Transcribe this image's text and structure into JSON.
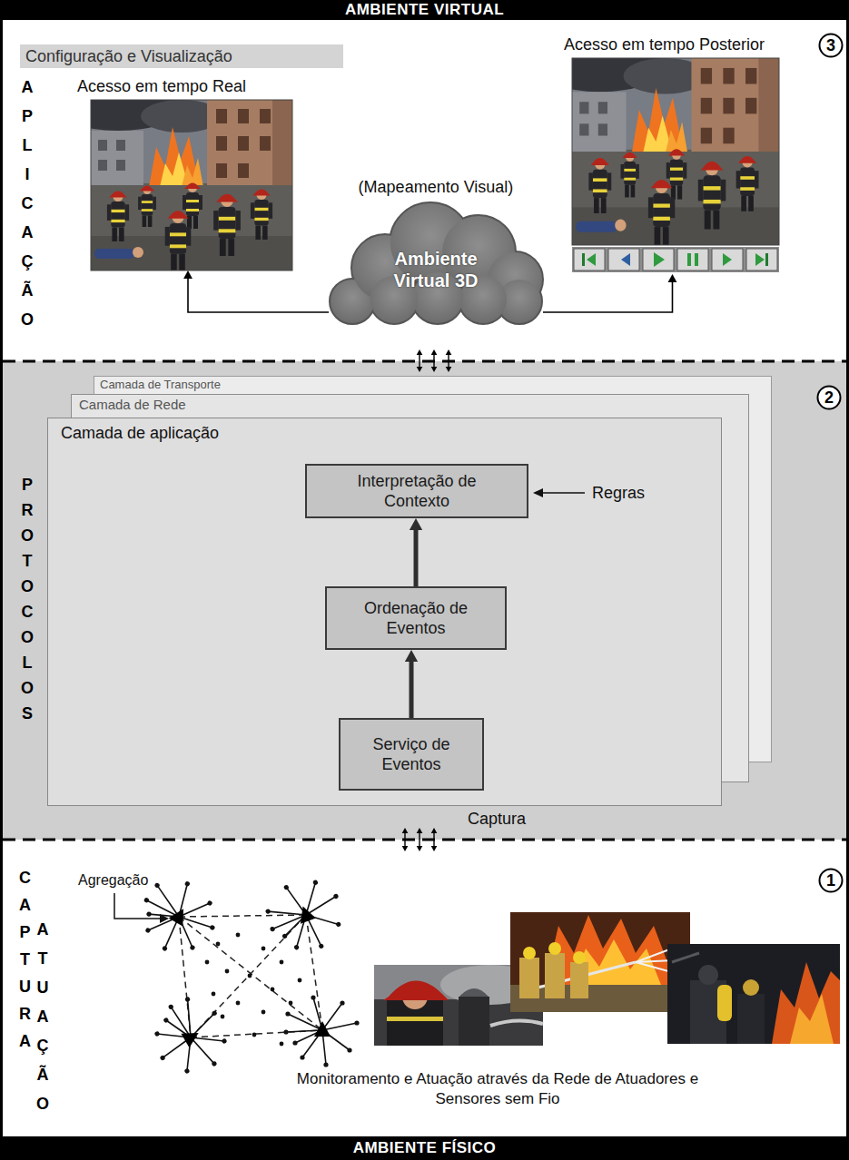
{
  "diagram": {
    "nodes": [
      {
        "text": [
          "AMBIENTE VIRTUAL"
        ]
      },
      {
        "text": [
          "APLICAÇÃO"
        ]
      },
      {
        "text": [
          "Configuração e Visualização"
        ],
        "in": 1
      },
      {
        "text": [
          "Acesso em tempo Real"
        ],
        "in": 1
      },
      {
        "text": [
          "(Mapeamento Visual)",
          "Ambiente Virtual 3D"
        ],
        "in": 1
      },
      {
        "text": [
          "Acesso em tempo Posterior"
        ],
        "in": 1
      },
      {
        "text": [
          "3"
        ],
        "in": 1
      },
      {
        "text": [
          "PROTOCOLOS"
        ]
      },
      {
        "text": [
          "Camada de Transporte"
        ],
        "in": 7
      },
      {
        "text": [
          "Camada de Rede"
        ],
        "in": 7
      },
      {
        "text": [
          "Camada de aplicação"
        ],
        "in": 7
      },
      {
        "text": [
          "Interpretação de Contexto"
        ],
        "in": 10
      },
      {
        "text": [
          "Ordenação de Eventos"
        ],
        "in": 10
      },
      {
        "text": [
          "Serviço de Eventos"
        ],
        "in": 10
      },
      {
        "text": [
          "2"
        ],
        "in": 7
      },
      {
        "text": [
          "CAPTURA",
          "ATUAÇÃO"
        ]
      },
      {
        "text": [
          "1"
        ],
        "in": 15
      },
      {
        "text": [
          "AMBIENTE FÍSICO"
        ]
      }
    ],
    "edges": [
      {
        "from": 4,
        "to": 3,
        "arrow": "to"
      },
      {
        "from": 4,
        "to": 5,
        "arrow": "to"
      },
      {
        "from": 13,
        "to": 12,
        "arrow": "to"
      },
      {
        "from": 12,
        "to": 11,
        "arrow": "to"
      },
      {
        "from": 7,
        "to": 1,
        "arrow": "both"
      },
      {
        "from": 15,
        "to": 7,
        "arrow": "both"
      }
    ],
    "labels": [
      "Regras",
      "Captura",
      "Agregação",
      "Monitoramento e Atuação através da Rede de Atuadores e Sensores sem Fio"
    ]
  }
}
